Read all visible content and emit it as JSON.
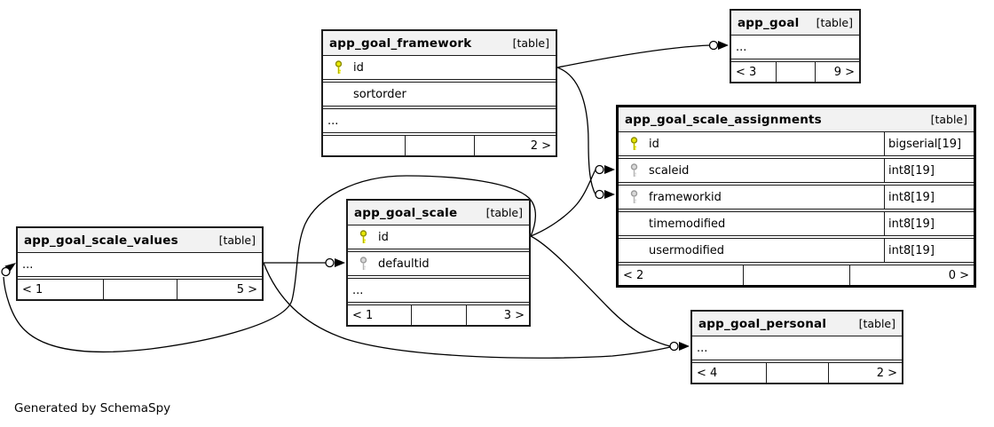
{
  "page": {
    "footer_note": "Generated by SchemaSpy"
  },
  "colors": {
    "primary_key_icon": "#e8e800",
    "index_key_icon": "#d9d9d9",
    "header_bg": "#f2f2f2",
    "relationship_line": "#000000"
  },
  "tables": {
    "app_goal_framework": {
      "name": "app_goal_framework",
      "tag": "[table]",
      "columns": [
        {
          "icon": "primary-key",
          "name": "id"
        },
        {
          "icon": "none",
          "name": "sortorder"
        },
        {
          "icon": "none",
          "name": "..."
        }
      ],
      "footer": {
        "left": "",
        "center": "",
        "right": "2 >"
      }
    },
    "app_goal": {
      "name": "app_goal",
      "tag": "[table]",
      "columns": [
        {
          "icon": "none",
          "name": "..."
        }
      ],
      "footer": {
        "left": "< 3",
        "center": "",
        "right": "9 >"
      }
    },
    "app_goal_scale_assignments": {
      "name": "app_goal_scale_assignments",
      "tag": "[table]",
      "columns": [
        {
          "icon": "primary-key",
          "name": "id",
          "type": "bigserial[19]"
        },
        {
          "icon": "index-key",
          "name": "scaleid",
          "type": "int8[19]"
        },
        {
          "icon": "index-key",
          "name": "frameworkid",
          "type": "int8[19]"
        },
        {
          "icon": "none",
          "name": "timemodified",
          "type": "int8[19]"
        },
        {
          "icon": "none",
          "name": "usermodified",
          "type": "int8[19]"
        }
      ],
      "footer": {
        "left": "< 2",
        "center": "",
        "right": "0 >"
      }
    },
    "app_goal_scale": {
      "name": "app_goal_scale",
      "tag": "[table]",
      "columns": [
        {
          "icon": "primary-key",
          "name": "id"
        },
        {
          "icon": "index-key",
          "name": "defaultid"
        },
        {
          "icon": "none",
          "name": "..."
        }
      ],
      "footer": {
        "left": "< 1",
        "center": "",
        "right": "3 >"
      }
    },
    "app_goal_scale_values": {
      "name": "app_goal_scale_values",
      "tag": "[table]",
      "columns": [
        {
          "icon": "none",
          "name": "..."
        }
      ],
      "footer": {
        "left": "< 1",
        "center": "",
        "right": "5 >"
      }
    },
    "app_goal_personal": {
      "name": "app_goal_personal",
      "tag": "[table]",
      "columns": [
        {
          "icon": "none",
          "name": "..."
        }
      ],
      "footer": {
        "left": "< 4",
        "center": "",
        "right": "2 >"
      }
    }
  },
  "relationships": [
    {
      "from": "app_goal_framework.id",
      "to": "app_goal"
    },
    {
      "from": "app_goal_framework.id",
      "to": "app_goal_scale_assignments.frameworkid"
    },
    {
      "from": "app_goal_scale.id",
      "to": "app_goal_scale_assignments.scaleid"
    },
    {
      "from": "app_goal_scale.id",
      "to": "app_goal_personal"
    },
    {
      "from": "app_goal_scale.id",
      "to": "app_goal_scale_values"
    },
    {
      "from": "app_goal_scale_values",
      "to": "app_goal_scale.defaultid"
    },
    {
      "from": "app_goal_scale_values",
      "to": "app_goal_personal"
    }
  ]
}
